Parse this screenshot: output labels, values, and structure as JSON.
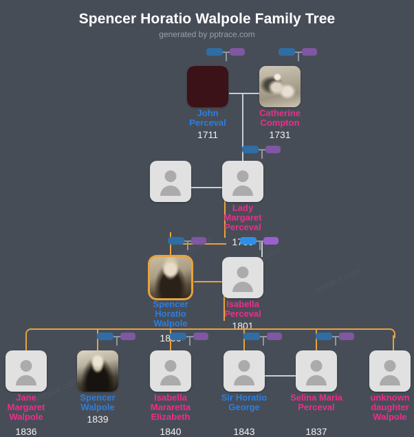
{
  "header": {
    "title": "Spencer Horatio Walpole Family Tree",
    "subtitle": "generated by pptrace.com"
  },
  "watermark": {
    "text": "pptrace.com"
  },
  "colors": {
    "background": "#474d57",
    "male_name": "#2b7fe0",
    "female_name": "#ee2d8a",
    "year": "#f2f2f2",
    "highlight": "#e8a33d",
    "line": "#c9ced6",
    "badge_blue": "#2f6da4",
    "badge_purple": "#7f57a2",
    "badge_blue_active": "#2f8fe8",
    "badge_purple_active": "#9b5fd0",
    "card_placeholder": "#e1e1e1",
    "silhouette": "#ababab"
  },
  "generations": [
    {
      "name": "generation-1",
      "people": [
        {
          "id": "john-perceval",
          "name": "John Perceval",
          "year": "1711",
          "sex": "male",
          "has_photo": true,
          "highlighted": false
        },
        {
          "id": "catherine-compton",
          "name": "Catherine Compton",
          "year": "1731",
          "sex": "female",
          "has_photo": true,
          "highlighted": false
        }
      ]
    },
    {
      "name": "generation-2",
      "people": [
        {
          "id": "unknown-spouse-g2",
          "name": "",
          "year": "",
          "sex": "unknown",
          "has_photo": false,
          "highlighted": false
        },
        {
          "id": "lady-margaret-perceval",
          "name": "Lady Margaret Perceval",
          "year": "1760",
          "sex": "female",
          "has_photo": false,
          "highlighted": false
        }
      ]
    },
    {
      "name": "generation-3",
      "people": [
        {
          "id": "spencer-horatio-walpole",
          "name": "Spencer Horatio Walpole",
          "year": "1806",
          "sex": "male",
          "has_photo": true,
          "highlighted": true
        },
        {
          "id": "isabella-perceval",
          "name": "Isabella Perceval",
          "year": "1801",
          "sex": "female",
          "has_photo": false,
          "highlighted": false
        }
      ]
    },
    {
      "name": "generation-4",
      "people": [
        {
          "id": "jane-margaret-walpole",
          "name": "Jane Margaret Walpole",
          "year": "1836",
          "sex": "female",
          "has_photo": false,
          "highlighted": false
        },
        {
          "id": "spencer-walpole",
          "name": "Spencer Walpole",
          "year": "1839",
          "sex": "male",
          "has_photo": true,
          "highlighted": false
        },
        {
          "id": "isabella-mararetta-elizabeth",
          "name": "Isabella Mararetta Elizabeth",
          "year": "1840",
          "sex": "female",
          "has_photo": false,
          "highlighted": false
        },
        {
          "id": "sir-horatio-george",
          "name": "Sir Horatio George",
          "year": "1843",
          "sex": "male",
          "has_photo": false,
          "highlighted": false
        },
        {
          "id": "selina-maria-perceval",
          "name": "Selina Maria Perceval",
          "year": "1837",
          "sex": "female",
          "has_photo": false,
          "highlighted": false
        },
        {
          "id": "unknown-daughter-walpole",
          "name": "unknown daughter Walpole",
          "year": "",
          "sex": "female",
          "has_photo": false,
          "highlighted": false
        }
      ]
    }
  ]
}
